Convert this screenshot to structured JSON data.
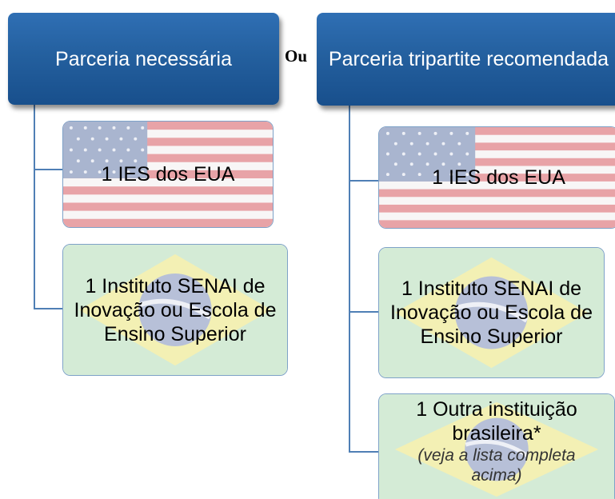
{
  "left_group": {
    "header": "Parceria necessária",
    "children": [
      {
        "label": "1 IES dos EUA",
        "flag": "usa-flag-icon"
      },
      {
        "label": "1 Instituto SENAI de Inovação ou Escola de Ensino Superior",
        "flag": "brazil-flag-icon"
      }
    ]
  },
  "or_label": "Ou",
  "right_group": {
    "header": "Parceria tripartite recomendada",
    "children": [
      {
        "label": "1 IES dos EUA",
        "flag": "usa-flag-icon"
      },
      {
        "label": "1 Instituto SENAI de Inovação ou Escola de Ensino Superior",
        "flag": "brazil-flag-icon"
      },
      {
        "label": "1 Outra instituição brasileira*",
        "note": "(veja a lista completa acima)",
        "flag": "brazil-flag-icon"
      }
    ]
  },
  "colors": {
    "header_blue": "#24609f",
    "connector": "#4f7fb5",
    "box_border": "#7ea2c8",
    "usa_red": "#e8a3a7",
    "usa_blue": "#a9b5cf",
    "brazil_green": "#d4ebd6",
    "brazil_yellow": "#f3f0b4",
    "brazil_blue": "#b7c0d8"
  }
}
